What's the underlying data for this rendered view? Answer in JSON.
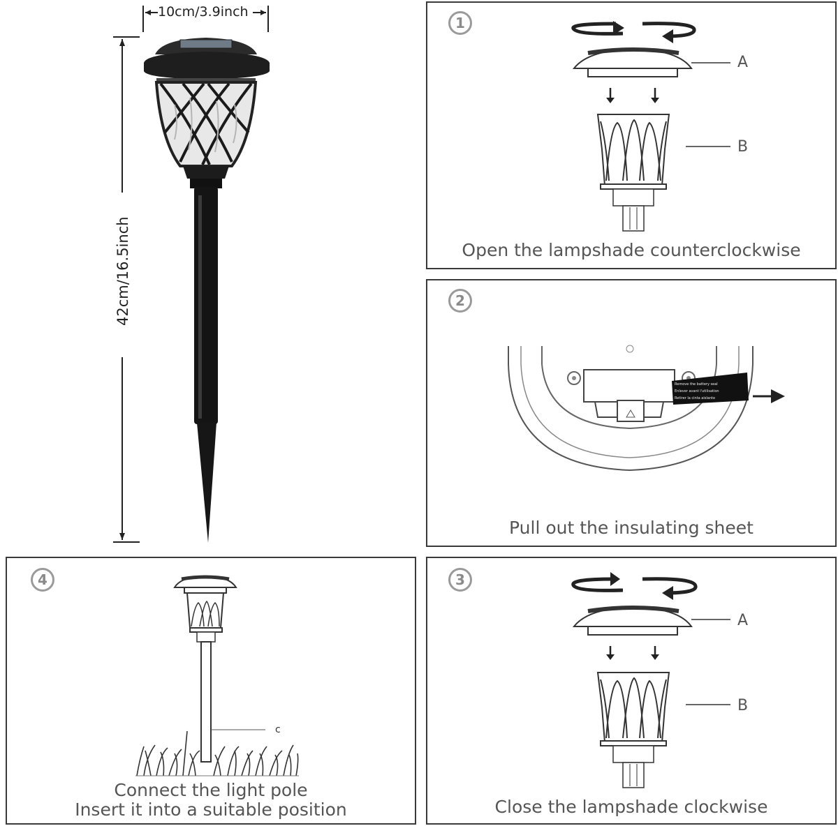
{
  "dimensions": {
    "width_label": "10cm/3.9inch",
    "height_label": "42cm/16.5inch"
  },
  "steps": [
    {
      "number": "1",
      "caption": "Open the lampshade counterclockwise",
      "part_a": "A",
      "part_b": "B"
    },
    {
      "number": "2",
      "caption": "Pull out the insulating sheet"
    },
    {
      "number": "3",
      "caption": "Close the lampshade clockwise",
      "part_a": "A",
      "part_b": "B"
    },
    {
      "number": "4",
      "caption_line1": "Connect the light pole",
      "caption_line2": "Insert it into a suitable position",
      "part_c": "c"
    }
  ],
  "icons": {
    "rotate": "rotate-arrows-icon",
    "down": "down-arrow-icon",
    "pull": "right-arrow-icon"
  }
}
